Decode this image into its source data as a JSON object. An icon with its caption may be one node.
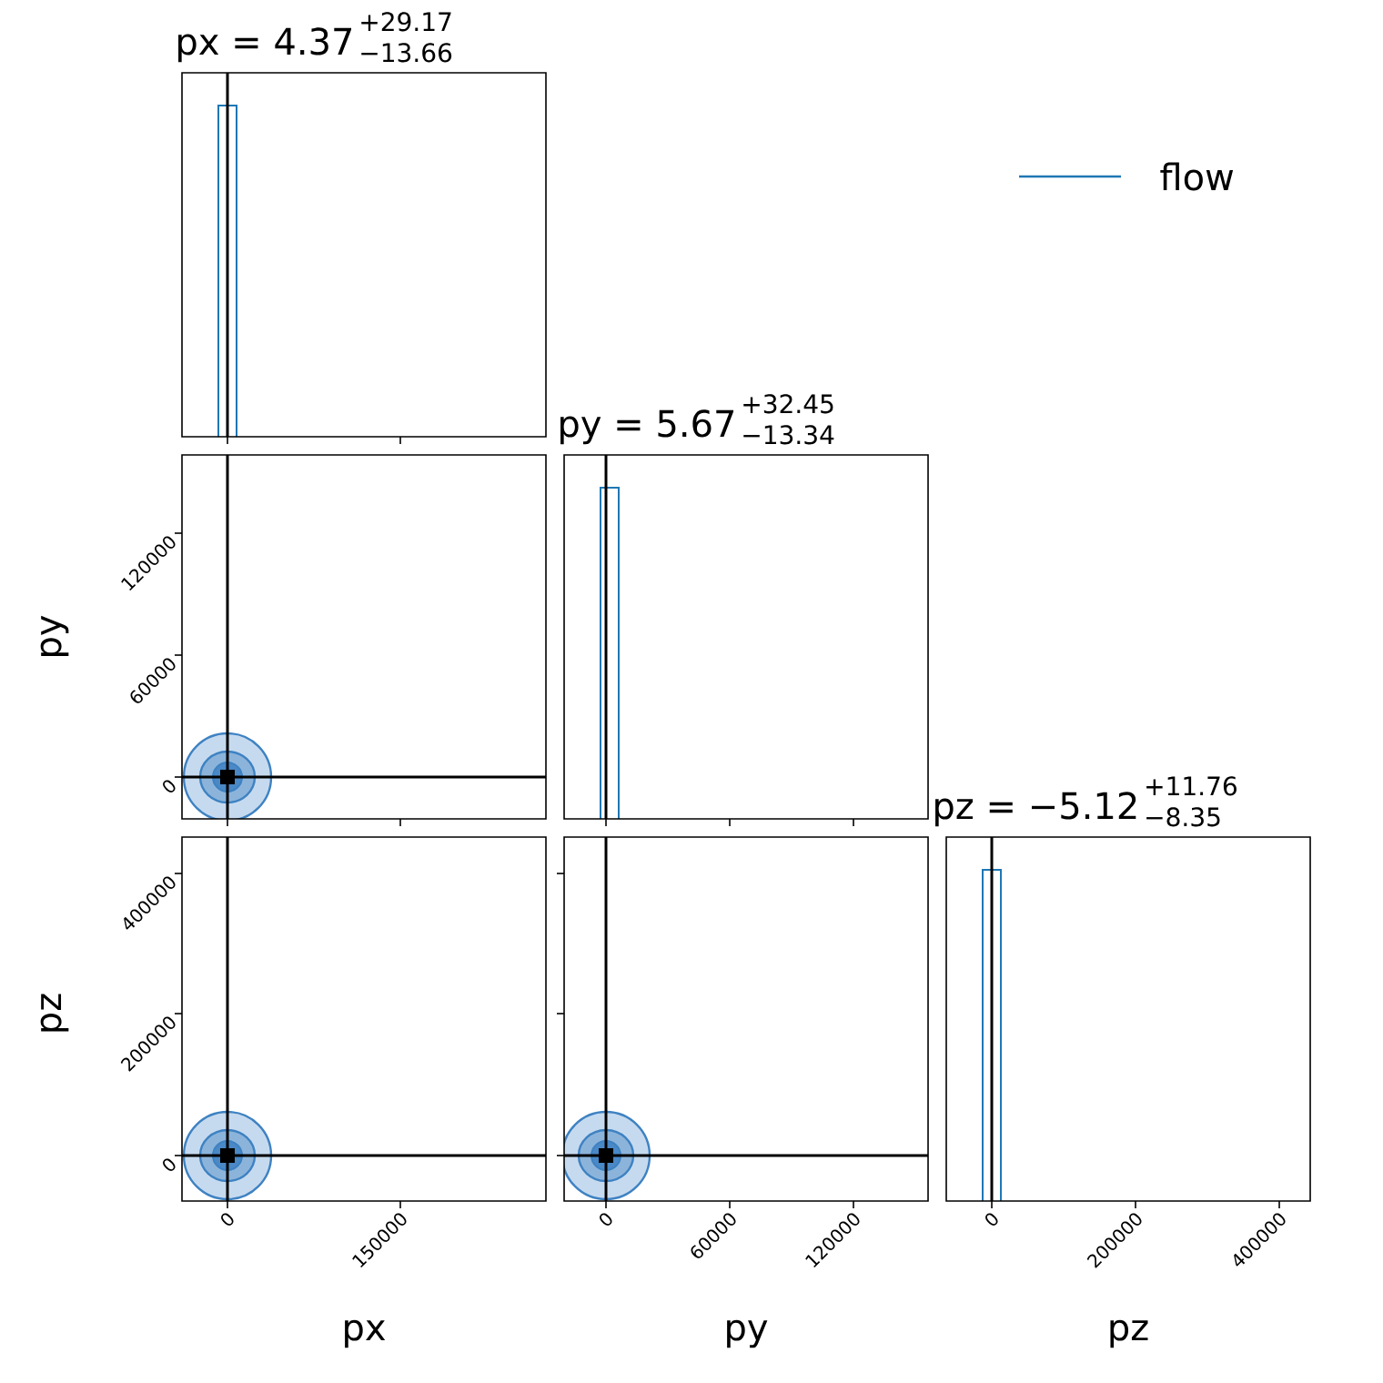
{
  "diagram": {
    "labels": [
      "px = 4.37",
      "+29.17",
      "−13.66",
      "py = 5.67",
      "+32.45",
      "−13.34",
      "120000",
      "py",
      "60000",
      "0",
      "pz = −5.12",
      "+11.76",
      "−8.35",
      "400000",
      "pz",
      "200000",
      "0",
      "0",
      "150000",
      "0",
      "60000",
      "120000",
      "0",
      "200000",
      "400000",
      "px",
      "py",
      "pz"
    ],
    "legend": [
      {
        "text": "flow"
      }
    ]
  }
}
